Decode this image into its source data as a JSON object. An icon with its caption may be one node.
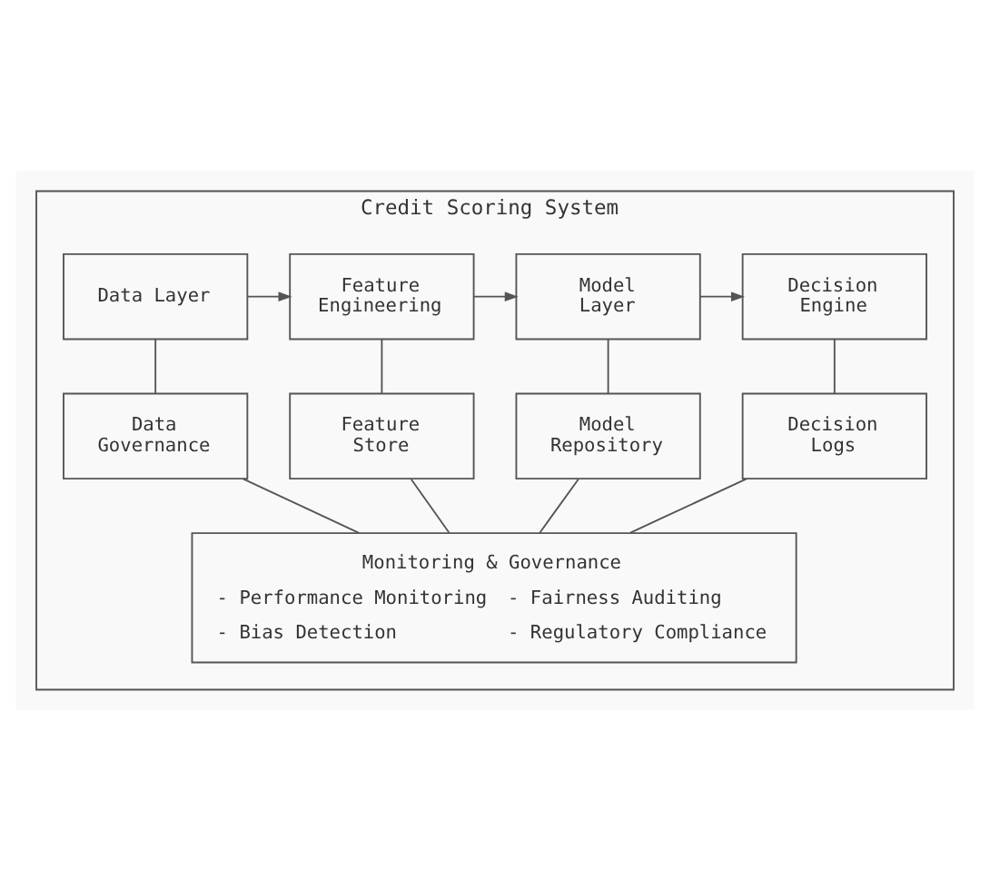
{
  "diagram": {
    "nodes": [
      {
        "text": [
          "Credit Scoring System"
        ]
      },
      {
        "text": [
          "Data Layer"
        ],
        "in": 0
      },
      {
        "text": [
          "Feature Engineering"
        ],
        "in": 0
      },
      {
        "text": [
          "Model Layer"
        ],
        "in": 0
      },
      {
        "text": [
          "Decision Engine"
        ],
        "in": 0
      },
      {
        "text": [
          "Data Governance"
        ],
        "in": 0
      },
      {
        "text": [
          "Feature Store"
        ],
        "in": 0
      },
      {
        "text": [
          "Model Repository"
        ],
        "in": 0
      },
      {
        "text": [
          "Decision Logs"
        ],
        "in": 0
      },
      {
        "text": [
          "Monitoring & Governance",
          "- Performance Monitoring",
          "- Fairness Auditing",
          "- Bias Detection",
          "- Regulatory Compliance"
        ],
        "in": 0
      }
    ],
    "edges": [
      {
        "from": 1,
        "to": 2,
        "arrow": "to"
      },
      {
        "from": 2,
        "to": 3,
        "arrow": "to"
      },
      {
        "from": 3,
        "to": 4,
        "arrow": "to"
      },
      {
        "from": 1,
        "to": 5,
        "arrow": "none"
      },
      {
        "from": 2,
        "to": 6,
        "arrow": "none"
      },
      {
        "from": 3,
        "to": 7,
        "arrow": "none"
      },
      {
        "from": 4,
        "to": 8,
        "arrow": "none"
      },
      {
        "from": 5,
        "to": 9,
        "arrow": "none"
      },
      {
        "from": 6,
        "to": 9,
        "arrow": "none"
      },
      {
        "from": 7,
        "to": 9,
        "arrow": "none"
      },
      {
        "from": 8,
        "to": 9,
        "arrow": "none"
      }
    ]
  }
}
